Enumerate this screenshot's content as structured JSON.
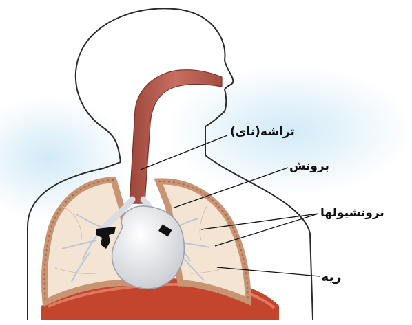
{
  "labels": {
    "trachea": "تراشه(نای)",
    "bronchus": "برونش",
    "bronchioles": "برونشیولها",
    "lung": "ریه"
  },
  "colors": {
    "background_glow": "#cfe9f6",
    "body_outline": "#2a2a2a",
    "trachea": "#b85c4f",
    "lung_fill": "#f4e4d4",
    "pleura": "#c89473",
    "heart": "#e4e6ea",
    "diaphragm": "#c4452e",
    "leader_line": "#111111"
  }
}
